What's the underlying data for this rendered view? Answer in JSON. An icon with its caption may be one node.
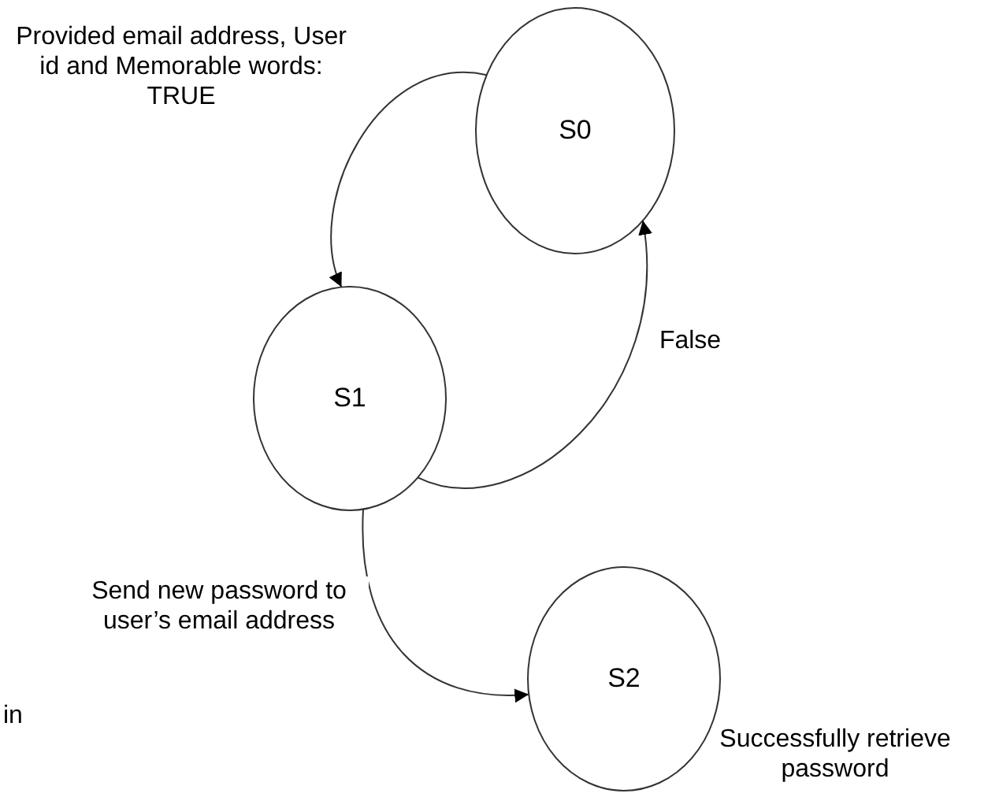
{
  "diagram": {
    "nodes": [
      {
        "text": [
          "S0"
        ]
      },
      {
        "text": [
          "S1"
        ]
      },
      {
        "text": [
          "S2"
        ],
        "beside": [
          "Successfully retrieve password"
        ]
      }
    ],
    "edges": [
      {
        "from": 0,
        "to": 1,
        "arrow": "to",
        "label": "Provided email address, User id and Memorable words: TRUE"
      },
      {
        "from": 1,
        "to": 0,
        "arrow": "to",
        "label": "False"
      },
      {
        "from": 1,
        "to": 2,
        "arrow": "to",
        "label": "Send new password to user’s email address"
      }
    ],
    "labels": [
      "in"
    ]
  }
}
